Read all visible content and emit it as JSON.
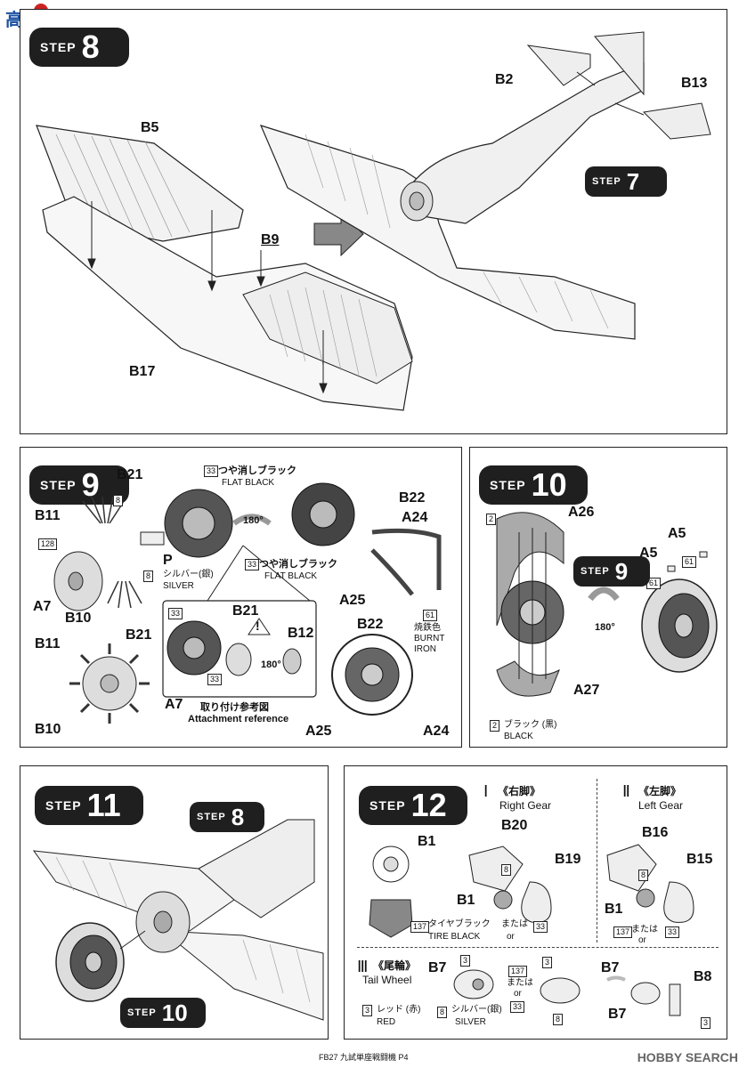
{
  "logo": {
    "text": "高手网"
  },
  "step8": {
    "step_word": "STEP",
    "step_num": "8",
    "labels": {
      "b5": "B5",
      "b9": "B9",
      "b17": "B17",
      "b2": "B2",
      "b13": "B13"
    },
    "ref_step_word": "STEP",
    "ref_step_num": "7"
  },
  "step9": {
    "step_word": "STEP",
    "step_num": "9",
    "labels": {
      "b21": "B21",
      "b11": "B11",
      "b10": "B10",
      "a7": "A7",
      "p": "P",
      "b22": "B22",
      "a24": "A24",
      "a25": "A25",
      "b12": "B12",
      "b21b": "B21",
      "b11b": "B11",
      "b21c": "B21",
      "b10b": "B10",
      "a7b": "A7",
      "b22b": "B22",
      "a25b": "A25",
      "a24b": "A24"
    },
    "codes": {
      "c33a": "33",
      "c8a": "8",
      "c128": "128",
      "c8b": "8",
      "c33b": "33",
      "c61": "61",
      "c33c": "33",
      "c33d": "33"
    },
    "texts": {
      "flat_black_jp": "つや消しブラック",
      "flat_black_en": "FLAT BLACK",
      "flat_black_jp2": "つや消しブラック",
      "flat_black_en2": "FLAT BLACK",
      "silver_jp": "シルバー(銀)",
      "silver_en": "SILVER",
      "burnt_jp": "焼鉄色",
      "burnt_en1": "BURNT",
      "burnt_en2": "IRON",
      "attach_jp": "取り付け参考図",
      "attach_en": "Attachment reference",
      "rot1": "180°",
      "rot2": "180°",
      "excl": "!"
    }
  },
  "step10": {
    "step_word": "STEP",
    "step_num": "10",
    "labels": {
      "a26": "A26",
      "a5": "A5",
      "a5b": "A5",
      "a27": "A27"
    },
    "ref_step_word": "STEP",
    "ref_step_num": "9",
    "codes": {
      "c2": "2",
      "c61a": "61",
      "c61b": "61",
      "c2b": "2"
    },
    "texts": {
      "black_jp": "ブラック (黒)",
      "black_en": "BLACK",
      "rot": "180°"
    }
  },
  "step11": {
    "step_word": "STEP",
    "step_num": "11",
    "ref8_word": "STEP",
    "ref8_num": "8",
    "ref10_word": "STEP",
    "ref10_num": "10"
  },
  "step12": {
    "step_word": "STEP",
    "step_num": "12",
    "sec1": {
      "roman": "Ⅰ",
      "jp": "《右脚》",
      "en": "Right Gear"
    },
    "sec2": {
      "roman": "Ⅱ",
      "jp": "《左脚》",
      "en": "Left Gear"
    },
    "sec3": {
      "roman": "Ⅲ",
      "jp": "《尾輪》",
      "en": "Tail Wheel"
    },
    "labels": {
      "b1": "B1",
      "b20": "B20",
      "b19": "B19",
      "b1b": "B1",
      "b16": "B16",
      "b15": "B15",
      "b1c": "B1",
      "b7": "B7",
      "b7b": "B7",
      "b8": "B8",
      "b7c": "B7"
    },
    "codes": {
      "c8a": "8",
      "c137a": "137",
      "c33a": "33",
      "c8b": "8",
      "c137b": "137",
      "c33b": "33",
      "c3a": "3",
      "c3b": "3",
      "c8c": "8",
      "c137c": "137",
      "c33c": "33",
      "c3c": "3",
      "c8d": "8",
      "c3d": "3"
    },
    "texts": {
      "tire_jp": "タイヤブラック",
      "tire_en": "TIRE BLACK",
      "or_jp1": "または",
      "or_en1": "or",
      "or_jp2": "または",
      "or_en2": "or",
      "red_jp": "レッド (赤)",
      "red_en": "RED",
      "silver_jp": "シルバー(銀)",
      "silver_en": "SILVER",
      "or_jp3": "または",
      "or_en3": "or"
    }
  },
  "footer": {
    "text": "FB27 九試単座戦闘機 P4",
    "hobby": "HOBBY SEARCH"
  }
}
